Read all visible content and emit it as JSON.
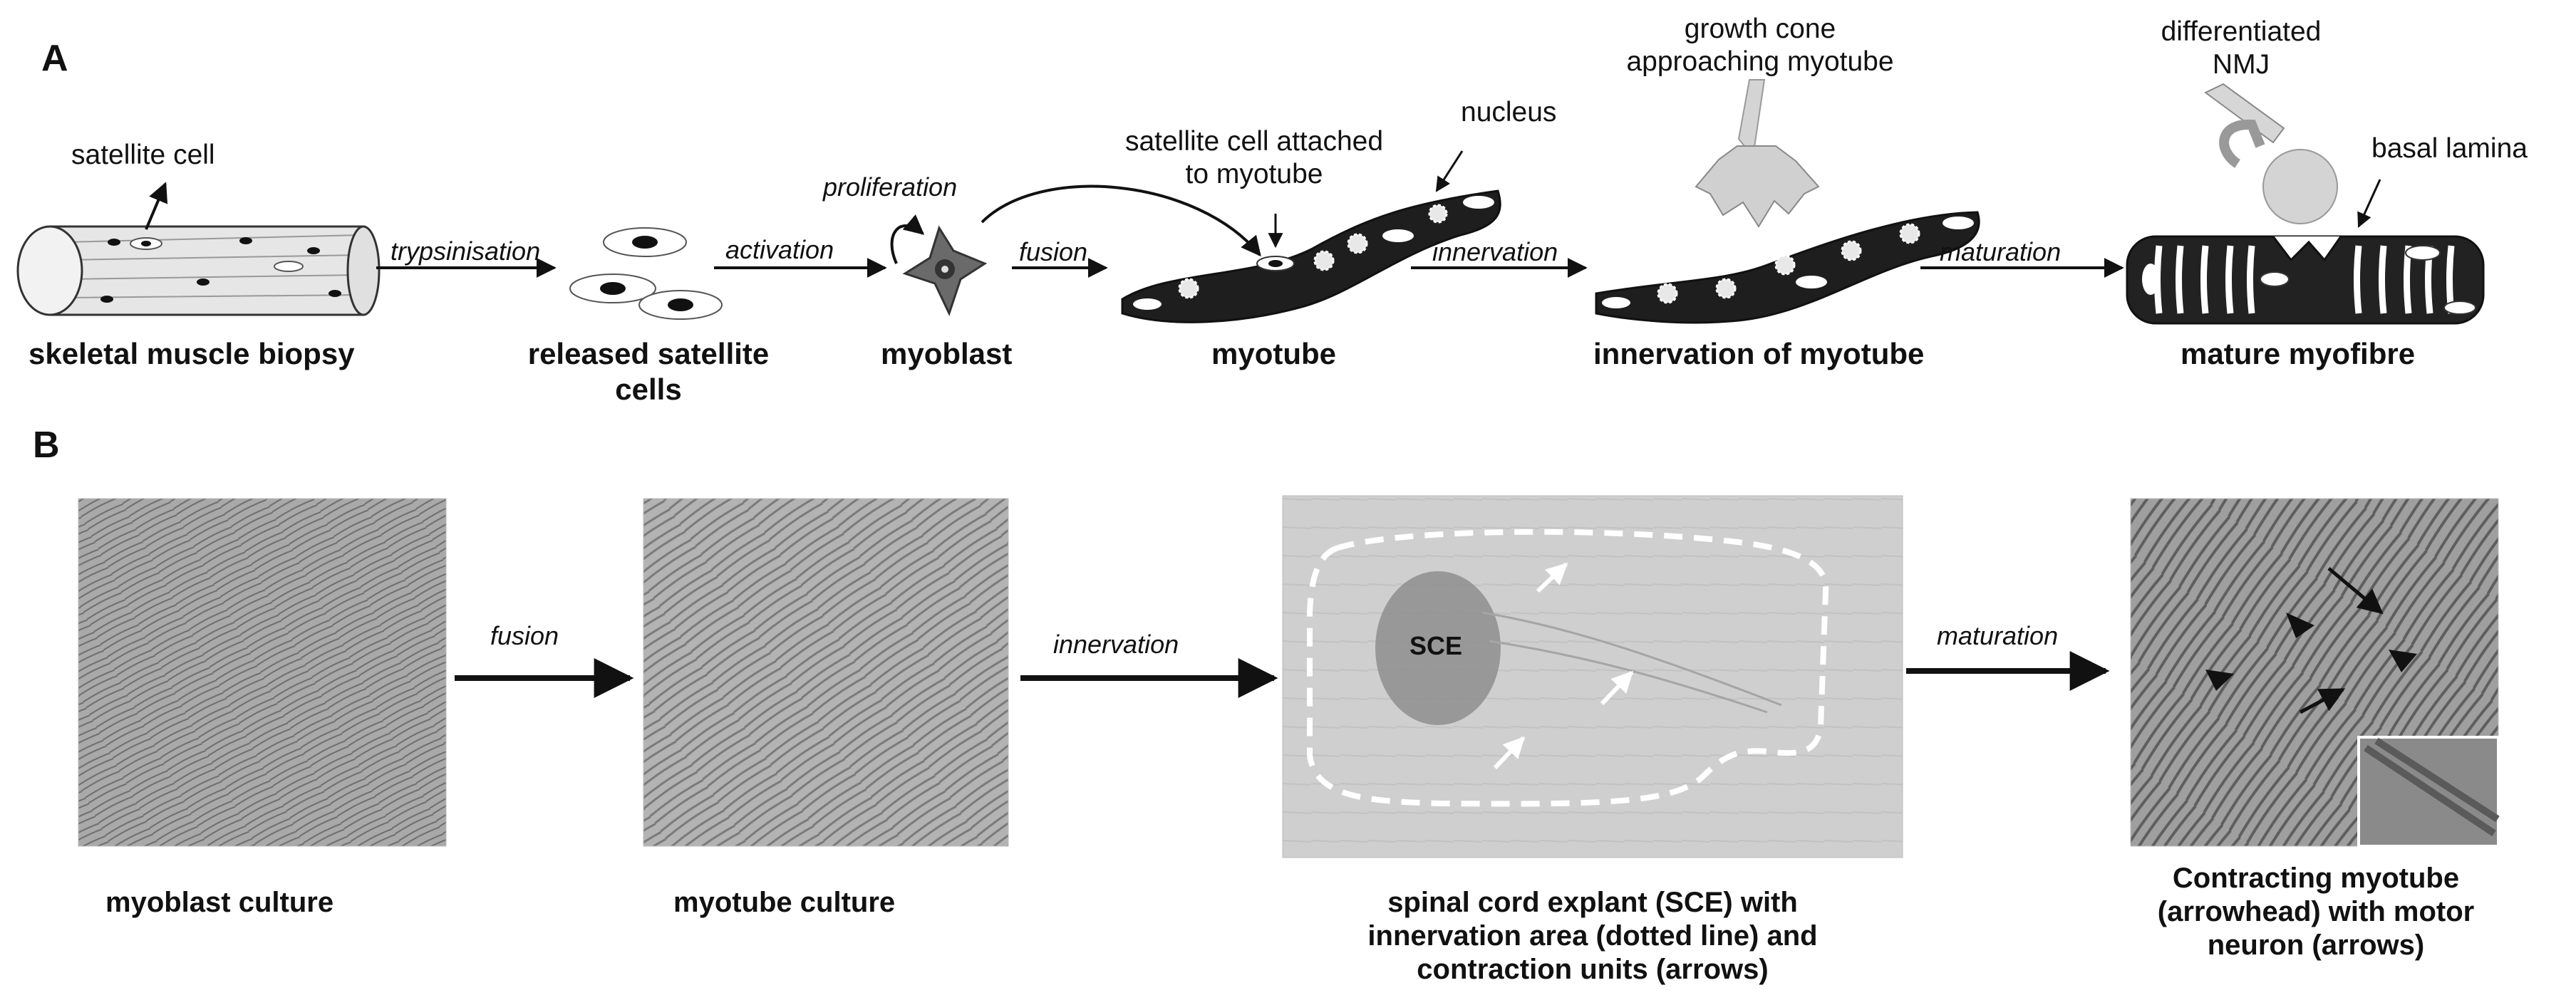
{
  "panel_a": {
    "letter": "A",
    "stages": {
      "biopsy": "skeletal muscle biopsy",
      "released_line1": "released satellite",
      "released_line2": "cells",
      "myoblast": "myoblast",
      "myotube": "myotube",
      "innervation": "innervation of myotube",
      "mature": "mature myofibre"
    },
    "callouts": {
      "satellite_cell": "satellite cell",
      "attached_line1": "satellite cell attached",
      "attached_line2": "to myotube",
      "nucleus": "nucleus",
      "growth_cone_line1": "growth cone",
      "growth_cone_line2": "approaching myotube",
      "differentiated_line1": "differentiated",
      "differentiated_line2": "NMJ",
      "basal_lamina": "basal lamina"
    },
    "arrows": {
      "trypsinisation": "trypsinisation",
      "activation": "activation",
      "proliferation": "proliferation",
      "fusion": "fusion",
      "innervation": "innervation",
      "maturation": "maturation"
    }
  },
  "panel_b": {
    "letter": "B",
    "arrows": {
      "fusion": "fusion",
      "innervation": "innervation",
      "maturation": "maturation"
    },
    "sce_label": "SCE",
    "captions": {
      "myoblast_culture": "myoblast culture",
      "myotube_culture": "myotube culture",
      "sce_line1": "spinal cord explant (SCE) with",
      "sce_line2": "innervation area (dotted line) and",
      "sce_line3": "contraction units (arrows)",
      "contract_line1": "Contracting myotube",
      "contract_line2": "(arrowhead) with motor",
      "contract_line3": "neuron (arrows)"
    }
  }
}
